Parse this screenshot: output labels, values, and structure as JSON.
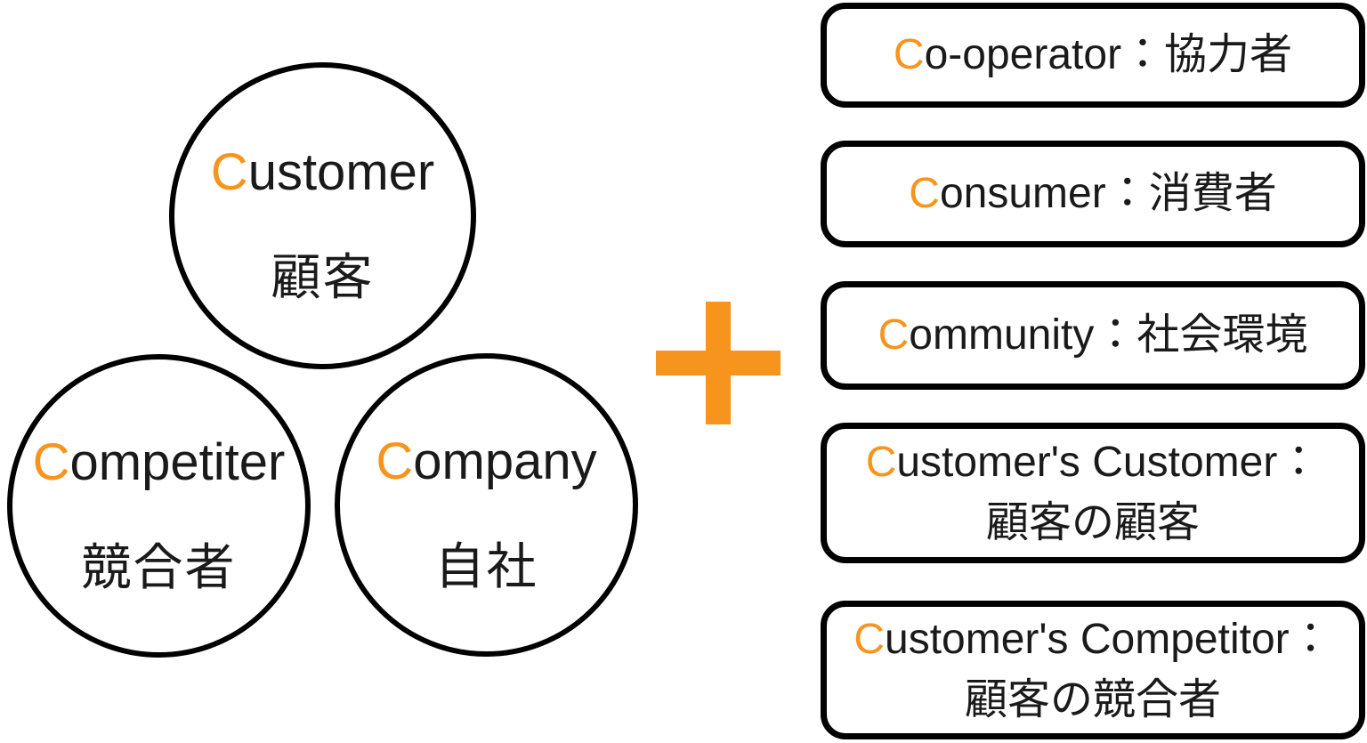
{
  "colors": {
    "accent": "#F7941D",
    "stroke": "#000000",
    "text": "#1A1A1A",
    "background": "#FFFFFF"
  },
  "plus": {
    "symbol": "+"
  },
  "circles": [
    {
      "name": "Customer",
      "en_first": "C",
      "en_rest": "ustomer",
      "ja": "顧客"
    },
    {
      "name": "Competiter",
      "en_first": "C",
      "en_rest": "ompetiter",
      "ja": "競合者"
    },
    {
      "name": "Company",
      "en_first": "C",
      "en_rest": "ompany",
      "ja": "自社"
    }
  ],
  "boxes": [
    {
      "first": "C",
      "rest": "o-operator：協力者"
    },
    {
      "first": "C",
      "rest": "onsumer：消費者"
    },
    {
      "first": "C",
      "rest": "ommunity：社会環境"
    },
    {
      "first": "C",
      "rest": "ustomer's Customer：",
      "line2": "顧客の顧客"
    },
    {
      "first": "C",
      "rest": "ustomer's Competitor：",
      "line2": "顧客の競合者"
    }
  ]
}
